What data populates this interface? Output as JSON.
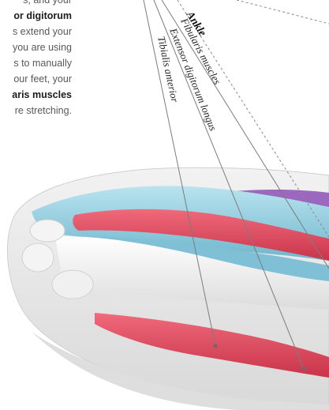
{
  "body_text": {
    "line1": "s, and your",
    "line2_bold": "or digitorum",
    "line3": "s extend your",
    "line4": "you are using",
    "line5": "s to manually",
    "line6": "our feet, your",
    "line7_bold": "aris muscles",
    "line8": "re stretching."
  },
  "labels": {
    "ankle": "Ankle",
    "fibularis": "Fibularis muscles",
    "extensor": "Extensor digitorum longus",
    "tibialis": "Tibialis anterior"
  },
  "colors": {
    "red_muscle": "#e0475a",
    "blue_muscle": "#8ccbe0",
    "purple_muscle": "#9b67bf",
    "bone": "#eeeeee",
    "skin_shadow": "#d6d6d6"
  }
}
